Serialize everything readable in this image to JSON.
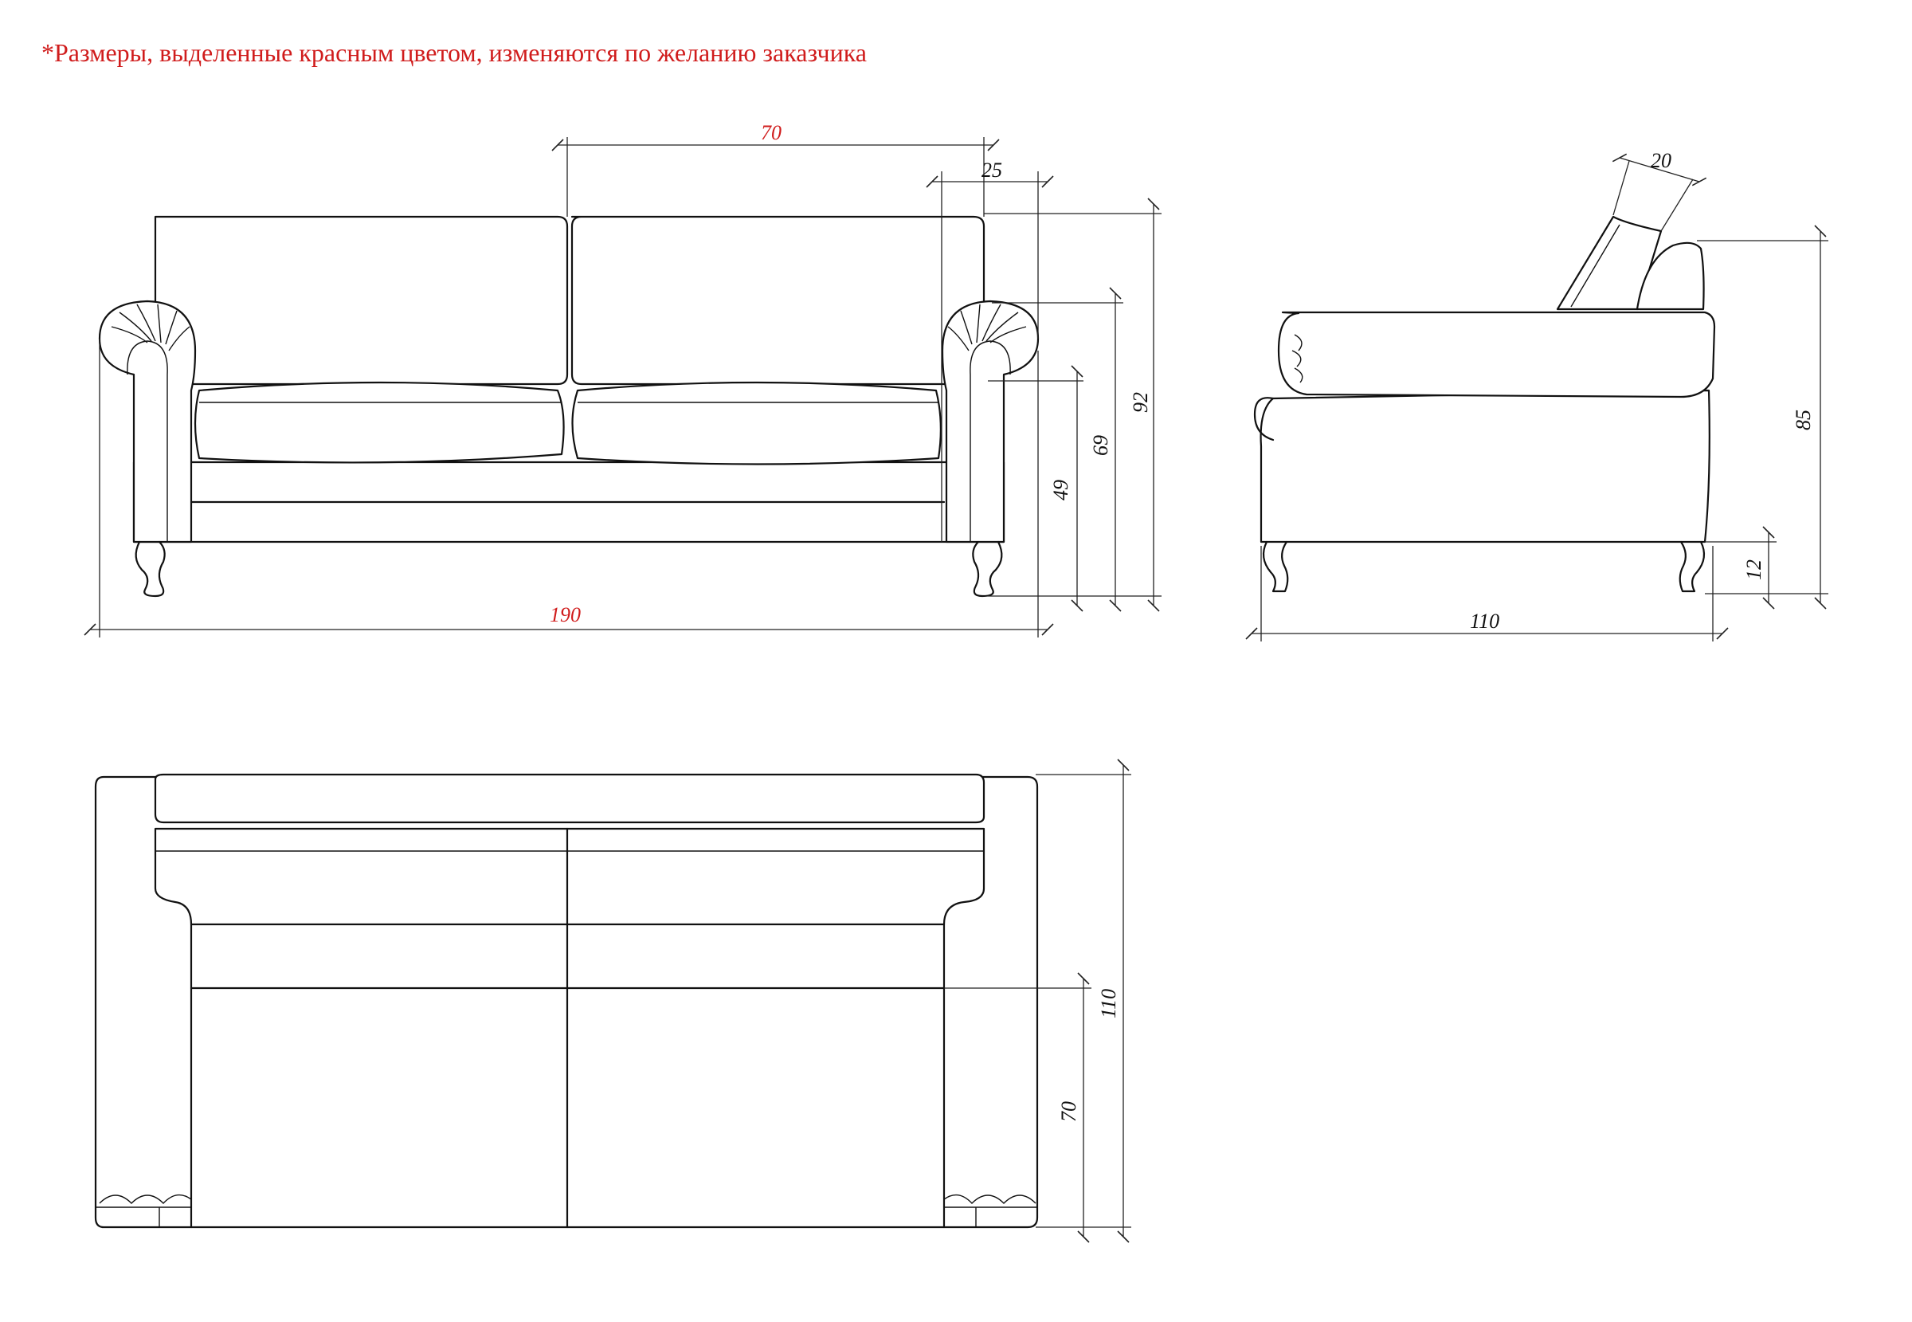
{
  "note": "*Размеры, выделенные красным цветом, изменяются по желанию заказчика",
  "colors": {
    "accent_red": "#d01c1c",
    "line": "#111111"
  },
  "front_view": {
    "width_total": "190",
    "seat_section_width": "70",
    "arm_width": "25",
    "seat_height": "49",
    "arm_height": "69",
    "back_height": "92"
  },
  "side_view": {
    "cushion_thickness": "20",
    "back_height": "85",
    "leg_height": "12",
    "depth": "110"
  },
  "top_view": {
    "depth_total": "110",
    "seat_depth": "70"
  }
}
